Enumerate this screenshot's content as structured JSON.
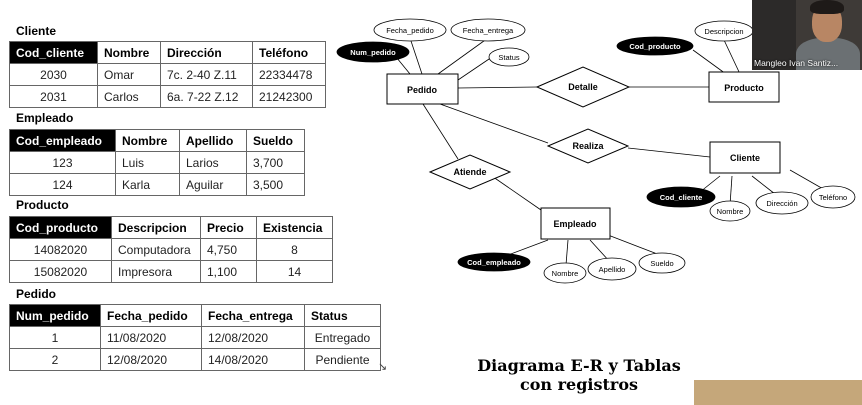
{
  "tables": {
    "cliente": {
      "title": "Cliente",
      "headers": [
        "Cod_cliente",
        "Nombre",
        "Dirección",
        "Teléfono"
      ],
      "rows": [
        [
          "2030",
          "Omar",
          "7c. 2-40 Z.11",
          "22334478"
        ],
        [
          "2031",
          "Carlos",
          "6a. 7-22 Z.12",
          "21242300"
        ]
      ]
    },
    "empleado": {
      "title": "Empleado",
      "headers": [
        "Cod_empleado",
        "Nombre",
        "Apellido",
        "Sueldo"
      ],
      "rows": [
        [
          "123",
          "Luis",
          "Larios",
          "3,700"
        ],
        [
          "124",
          "Karla",
          "Aguilar",
          "3,500"
        ]
      ]
    },
    "producto": {
      "title": "Producto",
      "headers": [
        "Cod_producto",
        "Descripcion",
        "Precio",
        "Existencia"
      ],
      "rows": [
        [
          "14082020",
          "Computadora",
          "4,750",
          "8"
        ],
        [
          "15082020",
          "Impresora",
          "1,100",
          "14"
        ]
      ]
    },
    "pedido": {
      "title": "Pedido",
      "headers": [
        "Num_pedido",
        "Fecha_pedido",
        "Fecha_entrega",
        "Status"
      ],
      "rows": [
        [
          "1",
          "11/08/2020",
          "12/08/2020",
          "Entregado"
        ],
        [
          "2",
          "12/08/2020",
          "14/08/2020",
          "Pendiente"
        ]
      ]
    }
  },
  "diagram": {
    "entities": {
      "pedido": "Pedido",
      "producto": "Producto",
      "cliente": "Cliente",
      "empleado": "Empleado"
    },
    "relationships": {
      "detalle": "Detalle",
      "realiza": "Realiza",
      "atiende": "Atiende"
    },
    "attributes": {
      "fecha_pedido": "Fecha_pedido",
      "fecha_entrega": "Fecha_entrega",
      "num_pedido": "Num_pedido",
      "status": "Status",
      "descripcion": "Descripcion",
      "cod_producto": "Cod_producto",
      "cod_cliente": "Cod_cliente",
      "nombre_cliente": "Nombre",
      "direccion": "Dirección",
      "telefono": "Teléfono",
      "cod_empleado": "Cod_empleado",
      "nombre_empleado": "Nombre",
      "apellido": "Apellido",
      "sueldo": "Sueldo"
    }
  },
  "slide_title": {
    "line1": "Diagrama E-R y Tablas",
    "line2": "con registros"
  },
  "webcam": {
    "name": "Mangleo Ivan Santiz..."
  }
}
